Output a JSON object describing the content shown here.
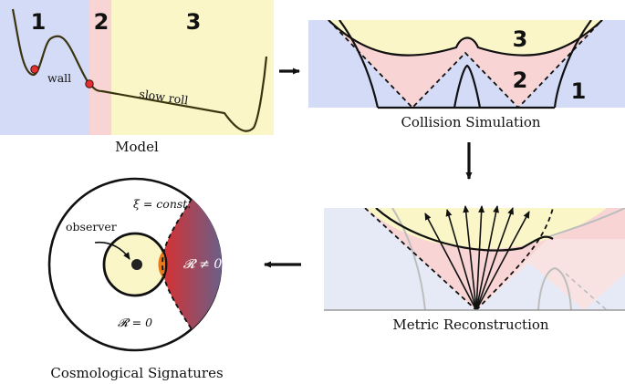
{
  "colors": {
    "region1": "#d4dbf7",
    "region2": "#f8d4d4",
    "region3": "#fbf6c8",
    "marker": "#e53030",
    "signature_gradient_start": "#d93030",
    "signature_gradient_end": "#6a5f88"
  },
  "model": {
    "caption": "Model",
    "region_labels": [
      "1",
      "2",
      "3"
    ],
    "wall_label": "wall",
    "slow_roll_label": "slow roll"
  },
  "collision": {
    "caption": "Collision Simulation",
    "region_labels": [
      "3",
      "2",
      "1"
    ]
  },
  "metric": {
    "caption": "Metric Reconstruction"
  },
  "signatures": {
    "caption": "Cosmological Signatures",
    "observer_label": "observer",
    "xi_label": "ξ = const.",
    "r_nonzero_label": "𝓡 ≠ 0",
    "r_zero_label": "𝓡 = 0"
  },
  "icons": [
    "right-arrow-icon",
    "down-arrow-icon",
    "left-arrow-icon"
  ]
}
